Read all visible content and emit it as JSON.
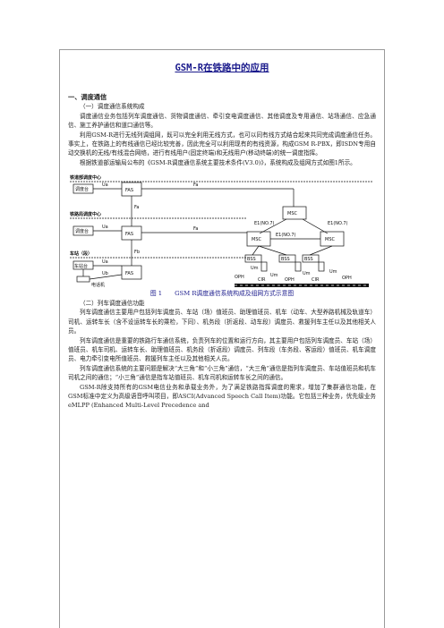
{
  "title": "GSM-R在铁路中的应用",
  "section1": {
    "heading": "一、调度通信",
    "sub1": "（一）调度通信系统构成",
    "p1": "调度通信业务包括列车调度通信、货物调度通信、牵引变电调度通信、其他调度及专用通信、站场通信、应急通信、施工养护通信和道口通信等。",
    "p2": "利用GSM-R进行无线列调组网，既可以完全利用无线方式，也可以同有线方式结合起来共同完成调度通信任务。事实上，在铁路上的有线通信已经比较完善，因此完全可以利用现有的有线资源，构成GSM R-PBX，即ISDN专用自动交换机的无线/有线混合网络，进行有线用户(固定终端)和无线用户(移动终端)的统一调度指挥。",
    "p3": "根据铁道部运输局公布的《GSM-R调度通信系统主要技术条件(V3.0)》，系统构成及组网方式如图1所示。"
  },
  "figure": {
    "labels": {
      "ministry": "铁道部调度中心",
      "bureau": "铁路局调度中心",
      "station": "车站（段）",
      "dispatch_desk": "调度台",
      "station_desk": "车站台",
      "phone": "电话机",
      "fas": "FAS",
      "msc": "MSC",
      "bss": "BSS",
      "ua": "Ua",
      "ub": "Ub",
      "um": "Um",
      "fa": "Fa",
      "fb": "Fb",
      "e1": "E1(NO.7)",
      "oph": "OPH",
      "cir": "CIR"
    },
    "caption_num": "图 1",
    "caption_text": "GSM R调度通信系统构成及组网方式示意图"
  },
  "section2": {
    "sub2": "（二）列车调度通信功能",
    "p1": "列车调度通信主要用户包括列车调度员、车站（场）值班员、助理值班员、机车（动车、大型养路机械及轨道车）司机、运转车长（含不设运转车长的乘检，下同）、机务段（折返段、动车段）调度员、救援列车主任以及其他相关人员。",
    "p2": "列车调度通信是重要的铁路行车通信系统，负责列车的位置和运行方向，其主要用户包括列车调度员、车站（场）值班员、机车司机、运转车长、助理值班员、机务段（折返段）调度员、列车段（车务段、客运段）值班员、机车调度员、电力牵引变电所值班员、救援列车主任以及其他相关人员。",
    "p3": "列车调度通信系统的主要问题是解决“大三角”和“小三角”通信，“大三角”通信是指列车调度员、车站值班员和机车司机之间的通信；“小三角”通信是指车站值班员、机车司机和运转车长之间的通信。",
    "p4": "GSM-R除支持所有的GSM电信业务和承载业务外，为了满足铁路指挥调度的需求，增加了集群通信功能，在GSM标准中定义为高级语音呼叫项目，即ASCI(Advanced Speech Call Item)功能。它包括三种业务，优先级业务eMLPP (Enhanced Multi-Level Precedence and"
  }
}
